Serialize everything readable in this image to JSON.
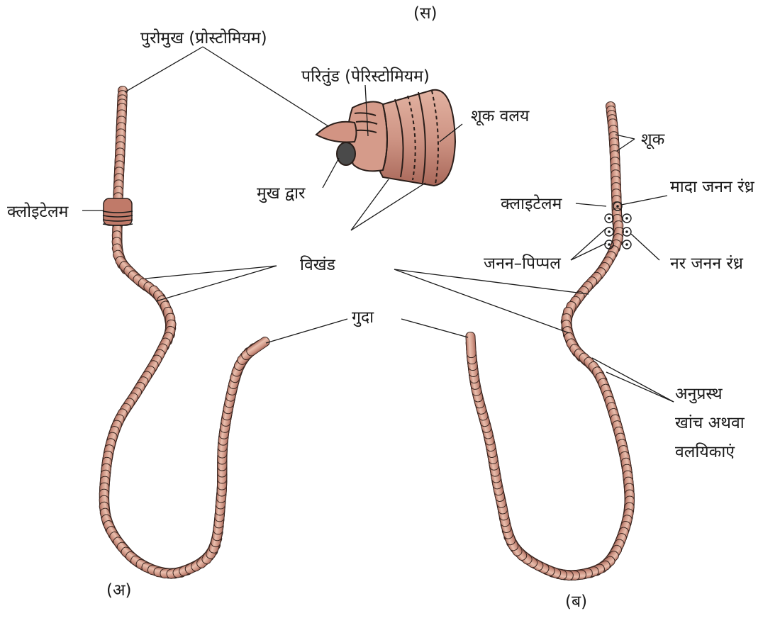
{
  "panels": {
    "a": "(अ)",
    "b": "(ब)",
    "c": "(स)"
  },
  "labels": {
    "prostomium": "पुरोमुख (प्रोस्टोमियम)",
    "peristomium": "परितुंड (पेरिस्टोमियम)",
    "setae_ring": "शूक वलय",
    "mouth": "मुख द्वार",
    "clitellum_a": "क्लोइटेलम",
    "segments": "विखंड",
    "anus": "गुदा",
    "setae": "शूक",
    "clitellum_b": "क्लाइटेलम",
    "female_pore": "मादा जनन रंध्र",
    "genital_papillae": "जनन–पिप्पल",
    "male_pore": "नर जनन रंध्र",
    "groove_line1": "अनुप्रस्थ",
    "groove_line2": "खांच अथवा",
    "groove_line3": "वलयिकाएं"
  },
  "colors": {
    "body": "#c98a7a",
    "body_light": "#e6b7a6",
    "outline": "#2a1e1a"
  }
}
